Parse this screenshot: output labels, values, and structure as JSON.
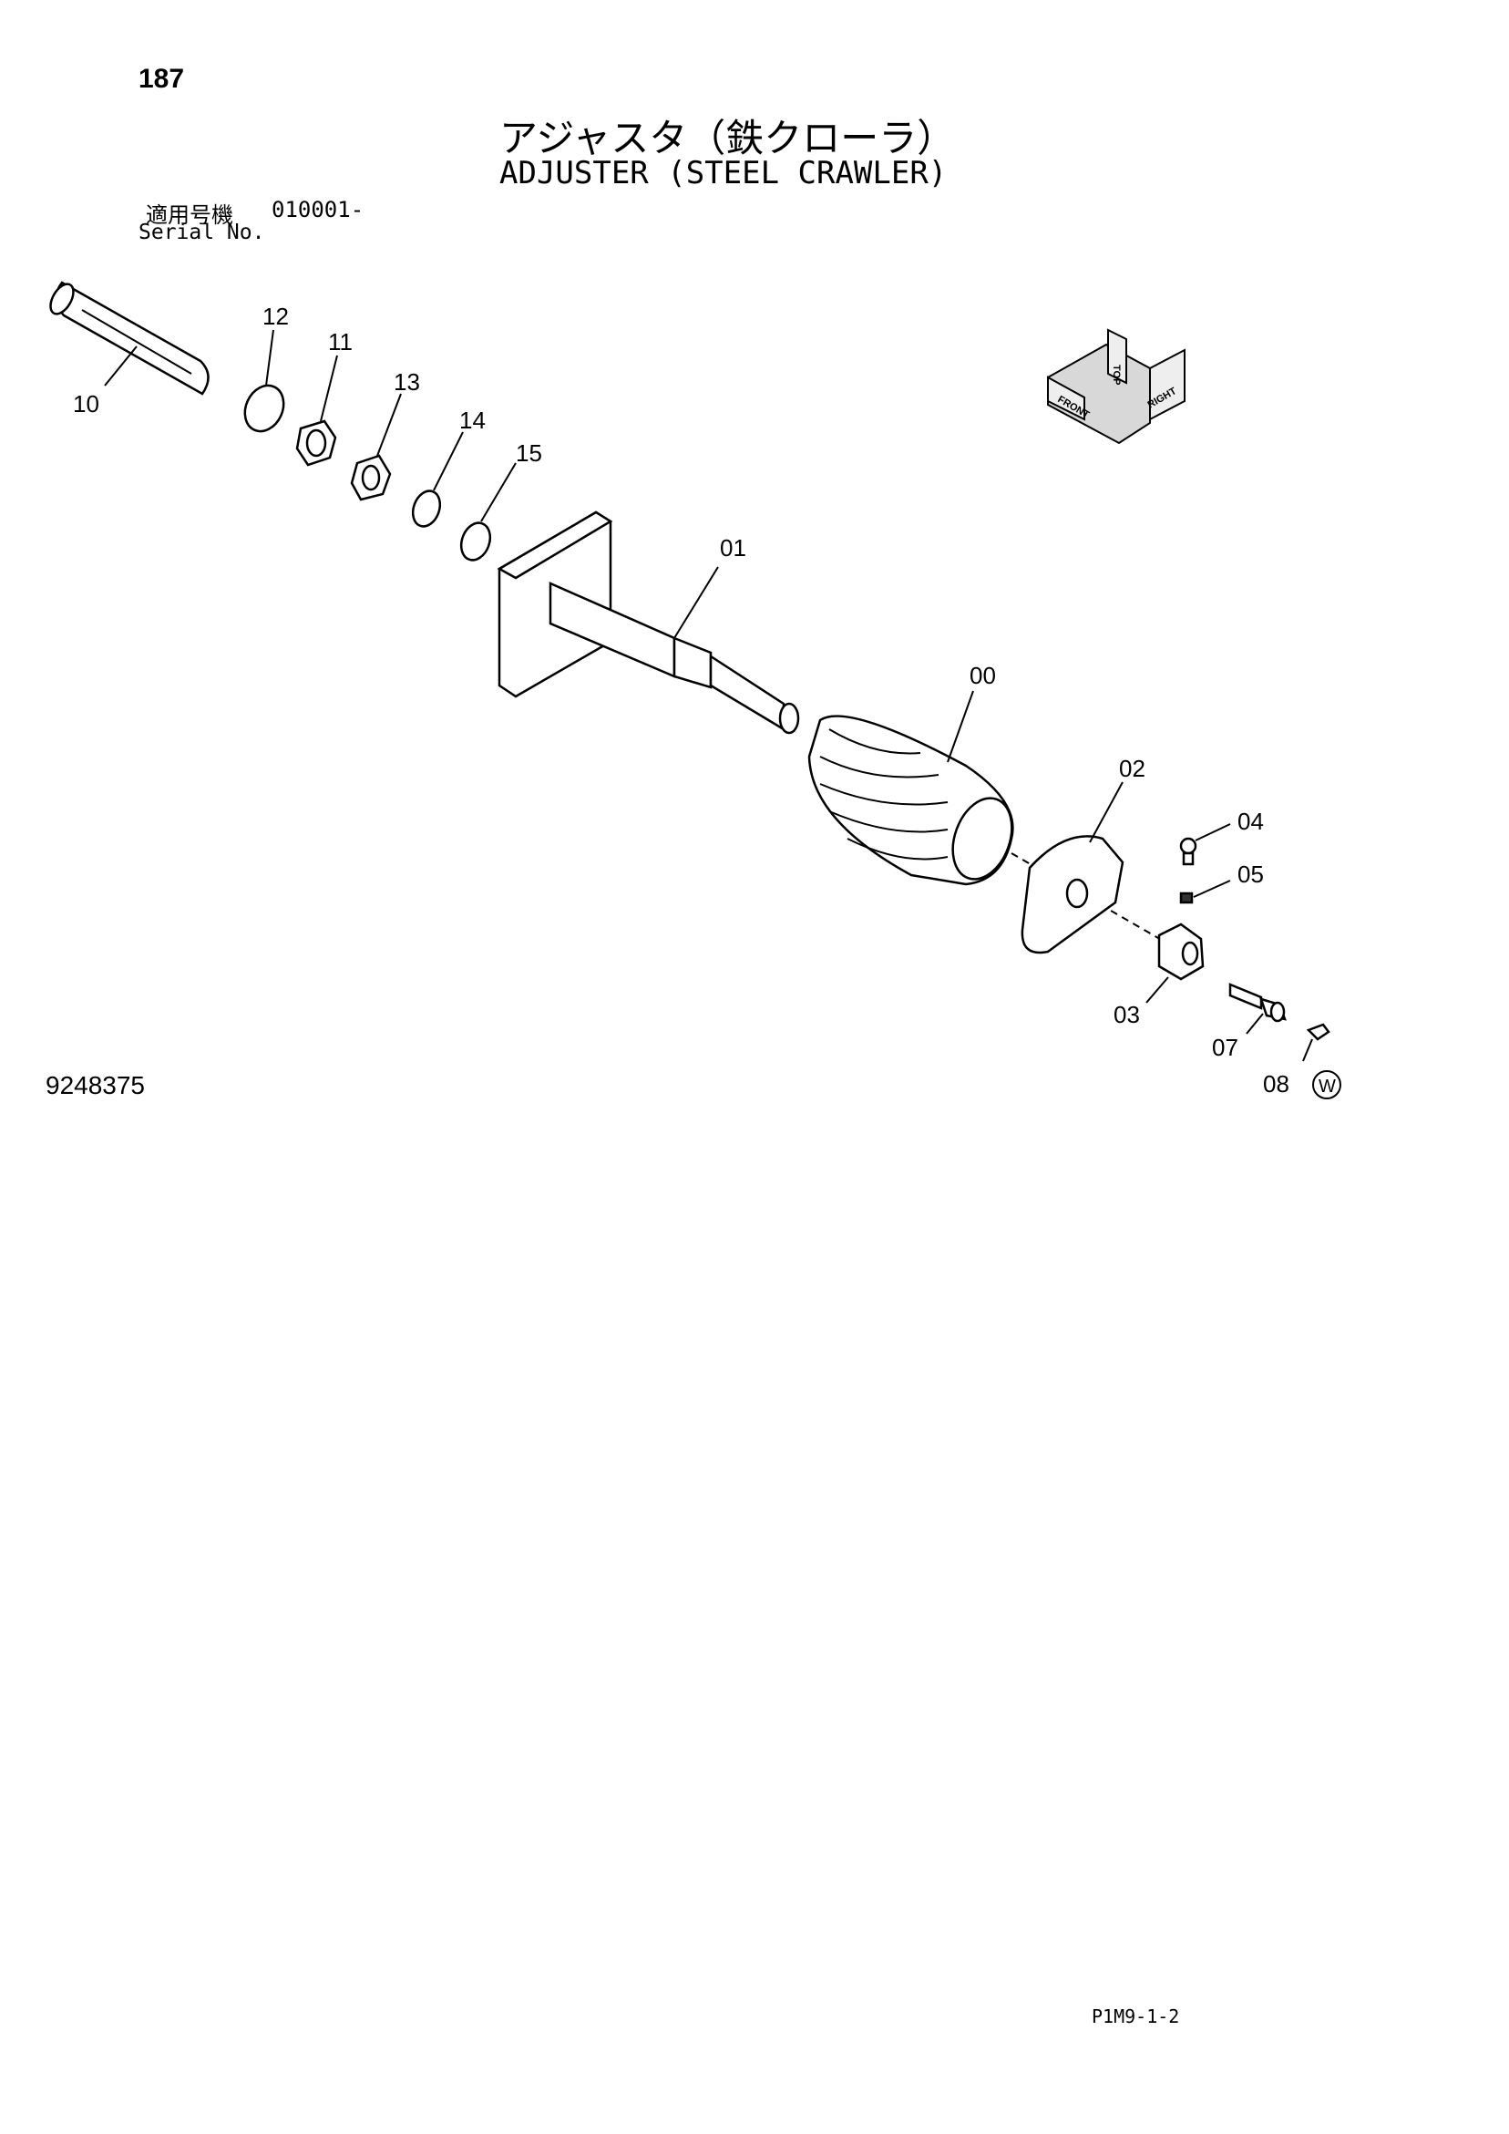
{
  "header": {
    "page_number": "187",
    "title_jp": "アジャスタ（鉄クローラ）",
    "title_en": "ADJUSTER (STEEL CRAWLER)",
    "serial_label_jp": "適用号機",
    "serial_range": "010001-",
    "serial_label_en": "Serial No."
  },
  "callouts": [
    "10",
    "12",
    "11",
    "13",
    "14",
    "15",
    "01",
    "00",
    "02",
    "04",
    "05",
    "03",
    "07",
    "08"
  ],
  "orientation_badge": [
    "FRONT",
    "TOP",
    "RIGHT"
  ],
  "footer": {
    "drawing_number": "9248375",
    "page_code": "P1M9-1-2",
    "note_symbol": "W"
  }
}
